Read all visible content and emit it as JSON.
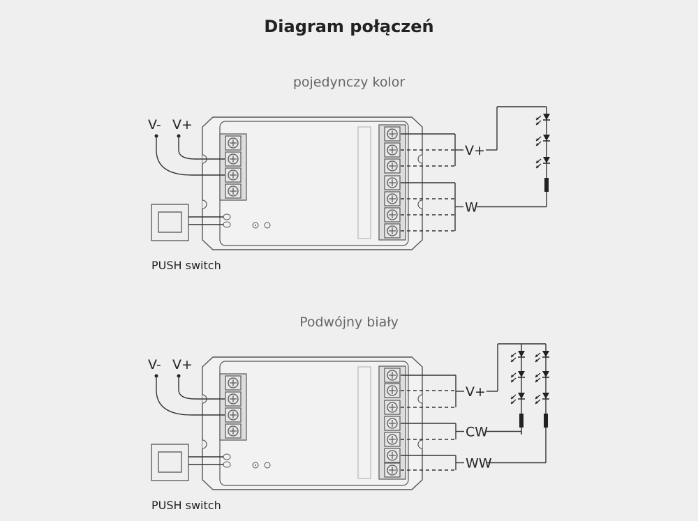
{
  "title": "Diagram połączeń",
  "diagrams": [
    {
      "subtitle": "pojedynczy kolor",
      "input_labels": [
        "V-",
        "V+"
      ],
      "output_labels": [
        "V+",
        "W"
      ],
      "switch_label": "PUSH switch"
    },
    {
      "subtitle": "Podwójny biały",
      "input_labels": [
        "V-",
        "V+"
      ],
      "output_labels": [
        "V+",
        "CW",
        "WW"
      ],
      "switch_label": "PUSH switch"
    }
  ],
  "colors": {
    "line": "#333333",
    "body": "#555555",
    "background": "#efefef"
  }
}
